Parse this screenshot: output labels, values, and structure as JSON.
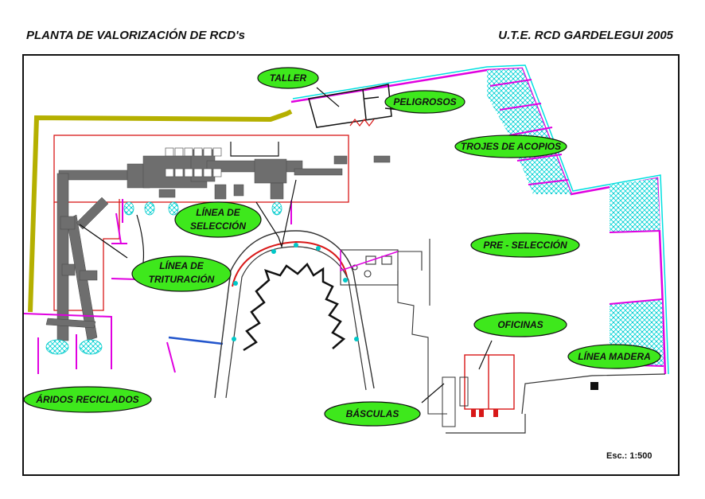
{
  "header": {
    "title": "PLANTA DE VALORIZACIÓN DE RCD's",
    "company": "U.T.E. RCD GARDELEGUI 2005"
  },
  "labels": {
    "taller": "TALLER",
    "peligrosos": "PELIGROSOS",
    "trojes": "TROJES DE ACOPIOS",
    "seleccion_1": "LÍNEA DE",
    "seleccion_2": "SELECCIÓN",
    "preseleccion": "PRE - SELECCIÓN",
    "trituracion_1": "LÍNEA DE",
    "trituracion_2": "TRITURACIÓN",
    "oficinas": "OFICINAS",
    "madera": "LÍNEA MADERA",
    "aridos": "ÁRIDOS RECICLADOS",
    "basculas": "BÁSCULAS"
  },
  "scale": "Esc.: 1:500",
  "colors": {
    "label_fill": "#3ee81c",
    "magenta": "#e000e0",
    "cyan": "#00e8e8",
    "olive": "#b5b000",
    "red": "#d81818",
    "machinery": "#6e6e6e",
    "blue": "#2255cc"
  }
}
